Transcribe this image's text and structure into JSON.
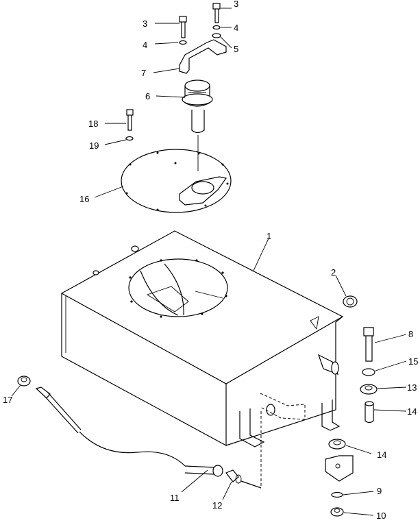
{
  "callouts": [
    {
      "id": "c1",
      "label": "1"
    },
    {
      "id": "c2",
      "label": "2"
    },
    {
      "id": "c3a",
      "label": "3"
    },
    {
      "id": "c3b",
      "label": "3"
    },
    {
      "id": "c4a",
      "label": "4"
    },
    {
      "id": "c4b",
      "label": "4"
    },
    {
      "id": "c5",
      "label": "5"
    },
    {
      "id": "c6",
      "label": "6"
    },
    {
      "id": "c7",
      "label": "7"
    },
    {
      "id": "c8",
      "label": "8"
    },
    {
      "id": "c9",
      "label": "9"
    },
    {
      "id": "c10",
      "label": "10"
    },
    {
      "id": "c11",
      "label": "11"
    },
    {
      "id": "c12",
      "label": "12"
    },
    {
      "id": "c13",
      "label": "13"
    },
    {
      "id": "c14a",
      "label": "14"
    },
    {
      "id": "c14b",
      "label": "14"
    },
    {
      "id": "c15",
      "label": "15"
    },
    {
      "id": "c16",
      "label": "16"
    },
    {
      "id": "c17",
      "label": "17"
    },
    {
      "id": "c18",
      "label": "18"
    },
    {
      "id": "c19",
      "label": "19"
    }
  ]
}
